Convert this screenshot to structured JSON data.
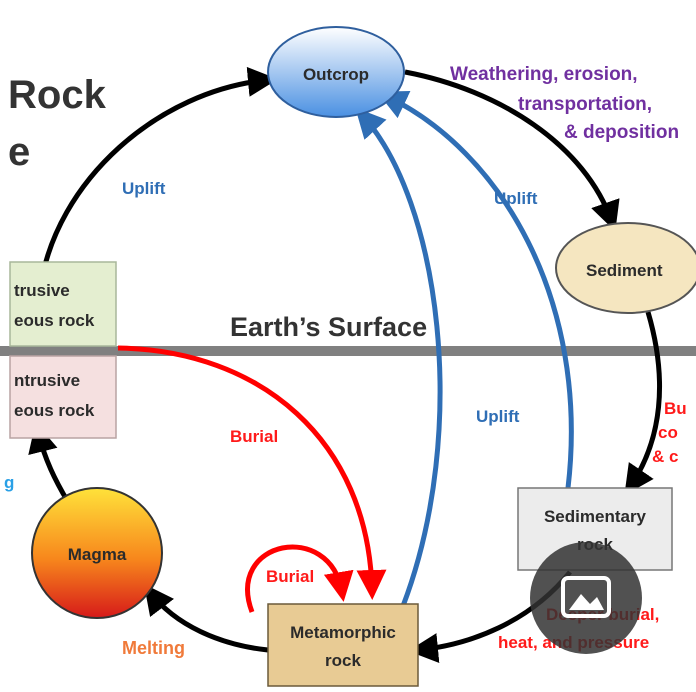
{
  "title": {
    "line1": "Rock",
    "line2": "e"
  },
  "nodes": {
    "outcrop": "Outcrop",
    "sediment": "Sediment",
    "extrusive_line1": "trusive",
    "extrusive_line2": "eous rock",
    "intrusive_line1": "ntrusive",
    "intrusive_line2": "eous rock",
    "sedimentary_line1": "Sedimentary",
    "sedimentary_line2": "rock",
    "metamorphic_line1": "Metamorphic",
    "metamorphic_line2": "rock",
    "magma": "Magma"
  },
  "surface_label": "Earth’s Surface",
  "labels": {
    "uplift_left": "Uplift",
    "uplift_right": "Uplift",
    "uplift_middle": "Uplift",
    "weathering_line1": "Weathering, erosion,",
    "weathering_line2": "transportation,",
    "weathering_line3": "& deposition",
    "burial_compaction_line1": "Bu",
    "burial_compaction_line2": "co",
    "burial_compaction_line3": "& c",
    "burial_red": "Burial",
    "burial_loop": "Burial",
    "deeper_burial_line1": "Deeper burial,",
    "deeper_burial_line2": "heat, and pressure",
    "melting": "Melting",
    "cooling_fragment": "g"
  },
  "colors": {
    "outcrop_top": "#ffffff",
    "outcrop_bottom": "#4a90e2",
    "sediment": "#f5e6c0",
    "extrusive": "#e4eed0",
    "intrusive": "#f5e0e0",
    "sedimentary": "#ececec",
    "metamorphic": "#e8cb94",
    "magma_top": "#ffe23a",
    "magma_bottom": "#d61a1a",
    "surface_line": "#808080",
    "arrow_black": "#000000",
    "arrow_blue": "#2f6eb5",
    "arrow_red": "#ff0000",
    "overlay_circle": "#333333"
  },
  "overlay": {
    "icon": "image-icon"
  }
}
